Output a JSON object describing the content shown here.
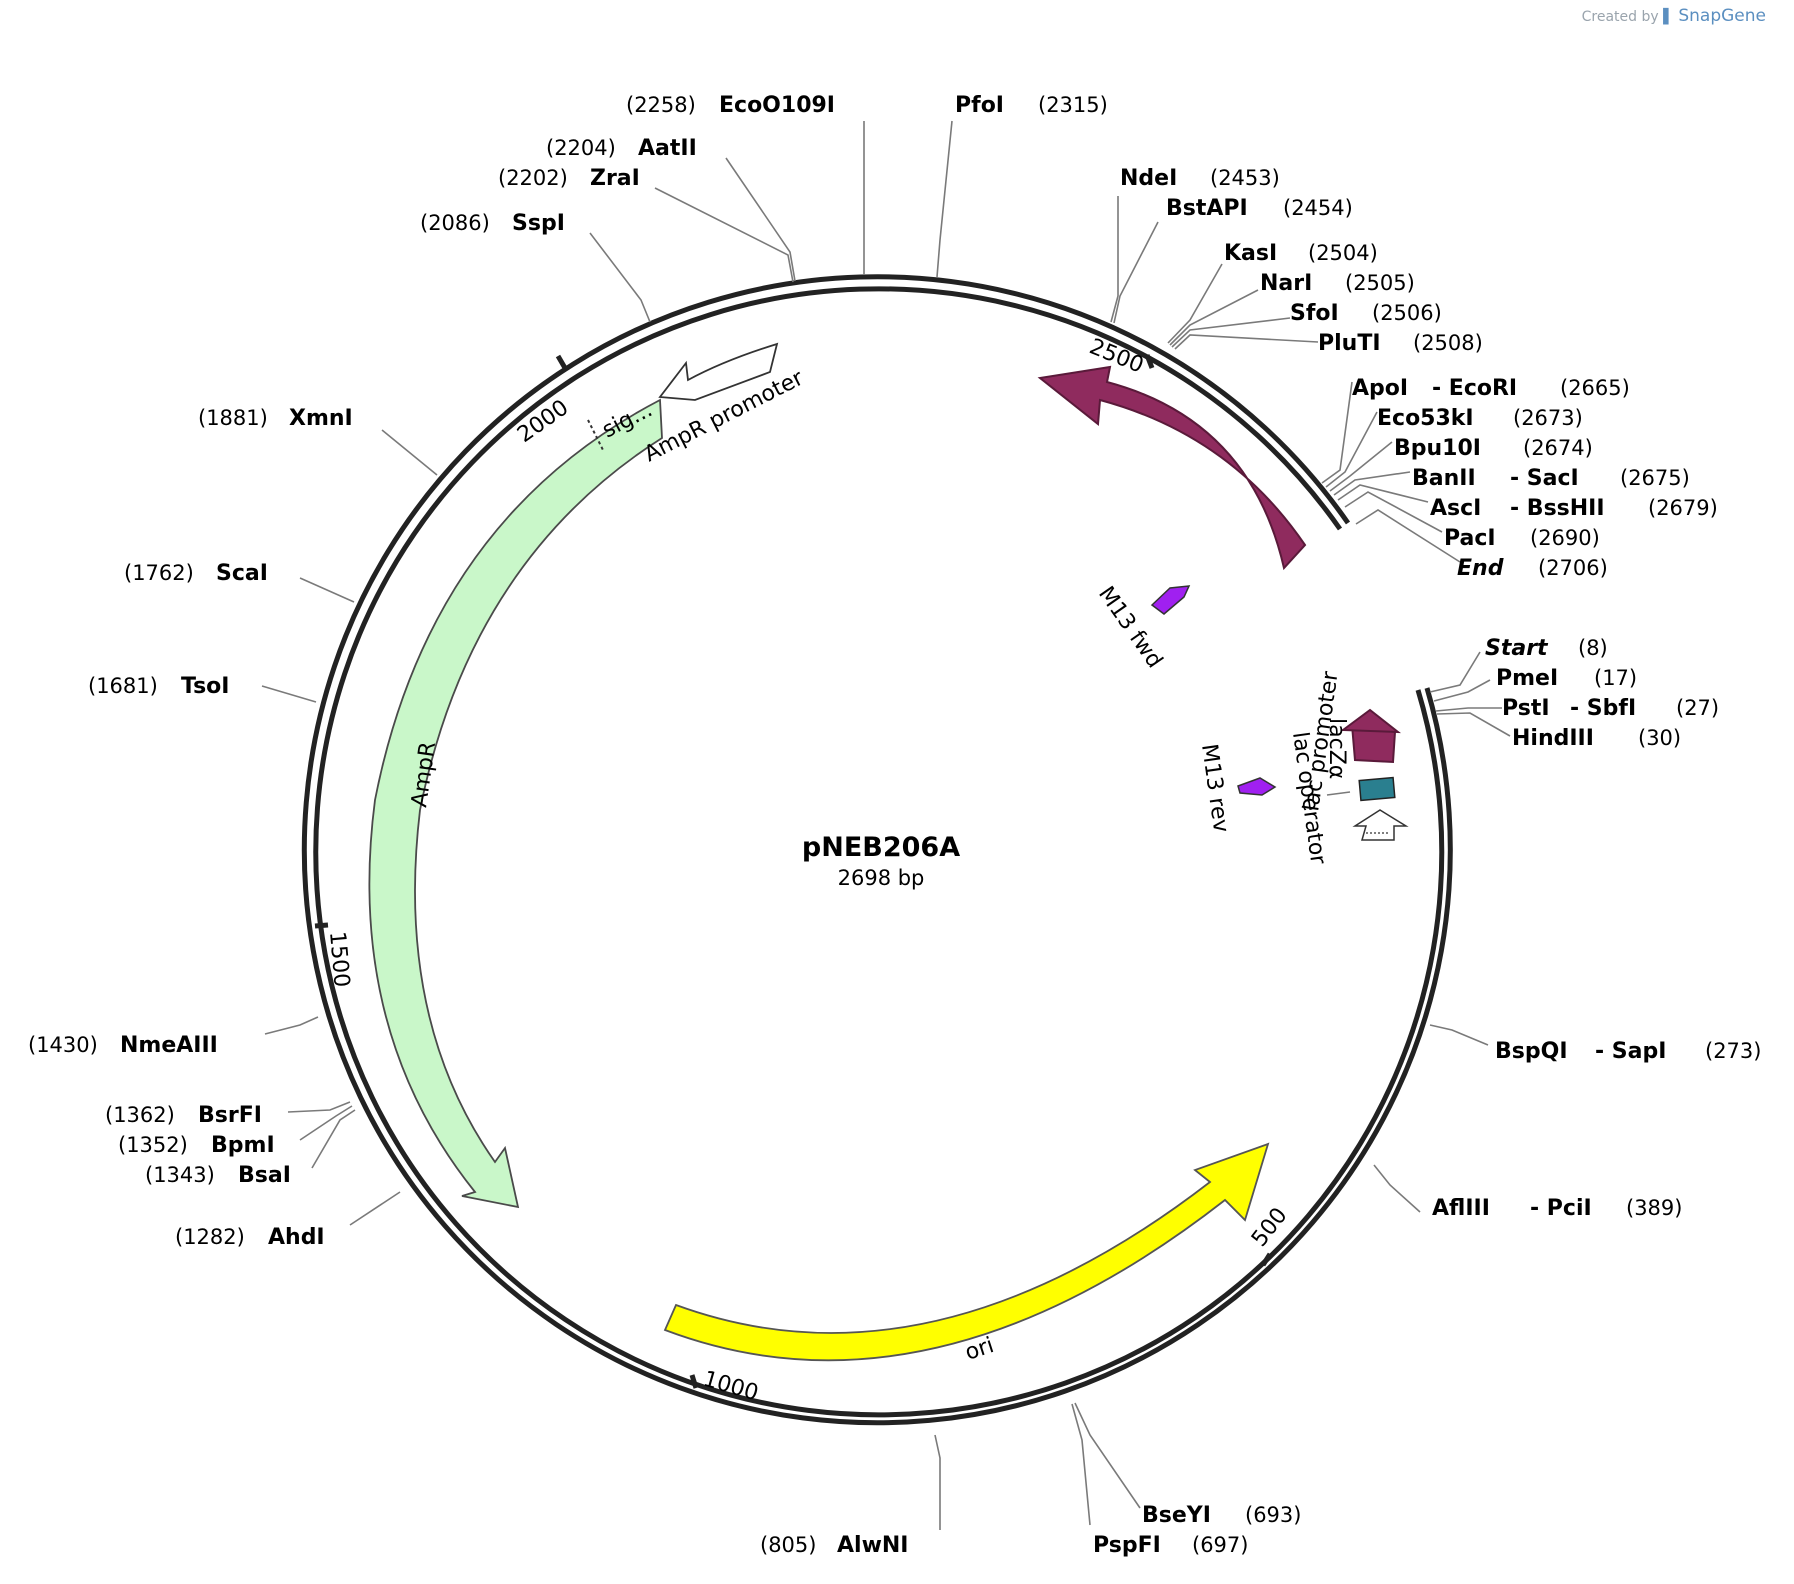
{
  "credit": {
    "created_by": "Created by",
    "brand": "SnapGene"
  },
  "plasmid": {
    "name": "pNEB206A",
    "length": "2698 bp",
    "length_bp": 2698
  },
  "ticks": [
    {
      "bp": 500,
      "label": "500"
    },
    {
      "bp": 1000,
      "label": "1000"
    },
    {
      "bp": 1500,
      "label": "1500"
    },
    {
      "bp": 2000,
      "label": "2000"
    },
    {
      "bp": 2500,
      "label": "2500"
    }
  ],
  "features": [
    {
      "name": "lacZα",
      "type": "CDS",
      "color": "#8f2b5e"
    },
    {
      "name": "lacZα",
      "type": "CDS",
      "color": "#8f2b5e"
    },
    {
      "name": "AmpR",
      "type": "CDS",
      "color": "#c9f7c9"
    },
    {
      "name": "sig...",
      "type": "sig_peptide",
      "color": "#c9f7c9"
    },
    {
      "name": "AmpR promoter",
      "type": "promoter",
      "color": "#ffffff"
    },
    {
      "name": "ori",
      "type": "rep_origin",
      "color": "#ffff00"
    },
    {
      "name": "M13 fwd",
      "type": "primer_bind",
      "color": "#a020f0"
    },
    {
      "name": "M13 rev",
      "type": "primer_bind",
      "color": "#a020f0"
    },
    {
      "name": "lac operator",
      "type": "protein_bind",
      "color": "#2a7f8f"
    },
    {
      "name": "lac promoter",
      "type": "promoter",
      "color": "#ffffff"
    }
  ],
  "sites": [
    {
      "name": "EcoO109I",
      "pos": "(2258)"
    },
    {
      "name": "PfoI",
      "pos": "(2315)"
    },
    {
      "name": "AatII",
      "pos": "(2204)"
    },
    {
      "name": "ZraI",
      "pos": "(2202)"
    },
    {
      "name": "SspI",
      "pos": "(2086)"
    },
    {
      "name": "NdeI",
      "pos": "(2453)"
    },
    {
      "name": "BstAPI",
      "pos": "(2454)"
    },
    {
      "name": "KasI",
      "pos": "(2504)"
    },
    {
      "name": "NarI",
      "pos": "(2505)"
    },
    {
      "name": "SfoI",
      "pos": "(2506)"
    },
    {
      "name": "PluTI",
      "pos": "(2508)"
    },
    {
      "name": "ApoI",
      "name2": "EcoRI",
      "pos": "(2665)"
    },
    {
      "name": "Eco53kI",
      "pos": "(2673)"
    },
    {
      "name": "Bpu10I",
      "pos": "(2674)"
    },
    {
      "name": "BanII",
      "name2": "SacI",
      "pos": "(2675)"
    },
    {
      "name": "AscI",
      "name2": "BssHII",
      "pos": "(2679)"
    },
    {
      "name": "PacI",
      "pos": "(2690)"
    },
    {
      "name": "End",
      "pos": "(2706)"
    },
    {
      "name": "Start",
      "pos": "(8)"
    },
    {
      "name": "PmeI",
      "pos": "(17)"
    },
    {
      "name": "PstI",
      "name2": "SbfI",
      "pos": "(27)"
    },
    {
      "name": "HindIII",
      "pos": "(30)"
    },
    {
      "name": "XmnI",
      "pos": "(1881)"
    },
    {
      "name": "ScaI",
      "pos": "(1762)"
    },
    {
      "name": "TsoI",
      "pos": "(1681)"
    },
    {
      "name": "NmeAIII",
      "pos": "(1430)"
    },
    {
      "name": "BsrFI",
      "pos": "(1362)"
    },
    {
      "name": "BpmI",
      "pos": "(1352)"
    },
    {
      "name": "BsaI",
      "pos": "(1343)"
    },
    {
      "name": "AhdI",
      "pos": "(1282)"
    },
    {
      "name": "BspQI",
      "name2": "SapI",
      "pos": "(273)"
    },
    {
      "name": "AflIII",
      "name2": "PciI",
      "pos": "(389)"
    },
    {
      "name": "BseYI",
      "pos": "(693)"
    },
    {
      "name": "PspFI",
      "pos": "(697)"
    },
    {
      "name": "AlwNI",
      "pos": "(805)"
    }
  ]
}
